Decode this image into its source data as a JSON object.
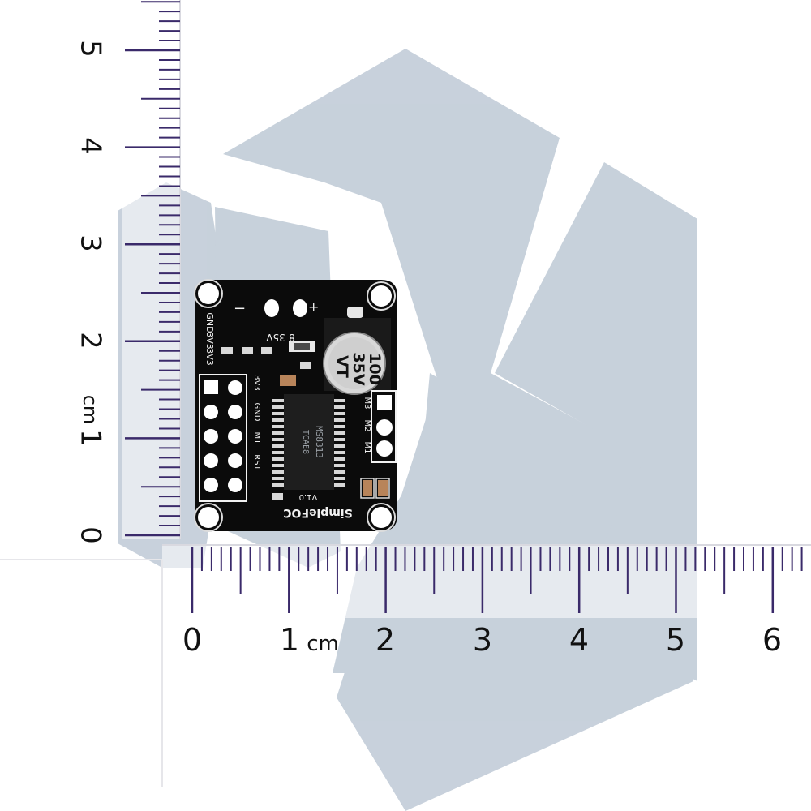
{
  "colors": {
    "watermark": "#c5cfda",
    "pcb": "#0b0b0b",
    "silkscreen": "#f2f2f2",
    "ruler_tick": "#3a2a6a"
  },
  "vertical_ruler": {
    "labels": [
      "0",
      "1",
      "2",
      "3",
      "4",
      "5"
    ],
    "unit": "cm"
  },
  "horizontal_ruler": {
    "labels": [
      "0",
      "1",
      "2",
      "3",
      "4",
      "5",
      "6"
    ],
    "unit": "cm"
  },
  "board": {
    "pins_top_left": [
      "GND",
      "3V3",
      "3V3"
    ],
    "power_label": "8-35V",
    "minus": "−",
    "plus": "+",
    "capacitor_line1": "100",
    "capacitor_line2": "35V",
    "capacitor_line3": "VT",
    "chip": "MS8313",
    "chip_code": "TCAE8",
    "header_labels": [
      "3V3",
      "GND",
      "M1",
      "RST"
    ],
    "brand": "SimpleFOC",
    "version": "V1.0",
    "side_labels": [
      "M3",
      "M2",
      "M1"
    ]
  }
}
